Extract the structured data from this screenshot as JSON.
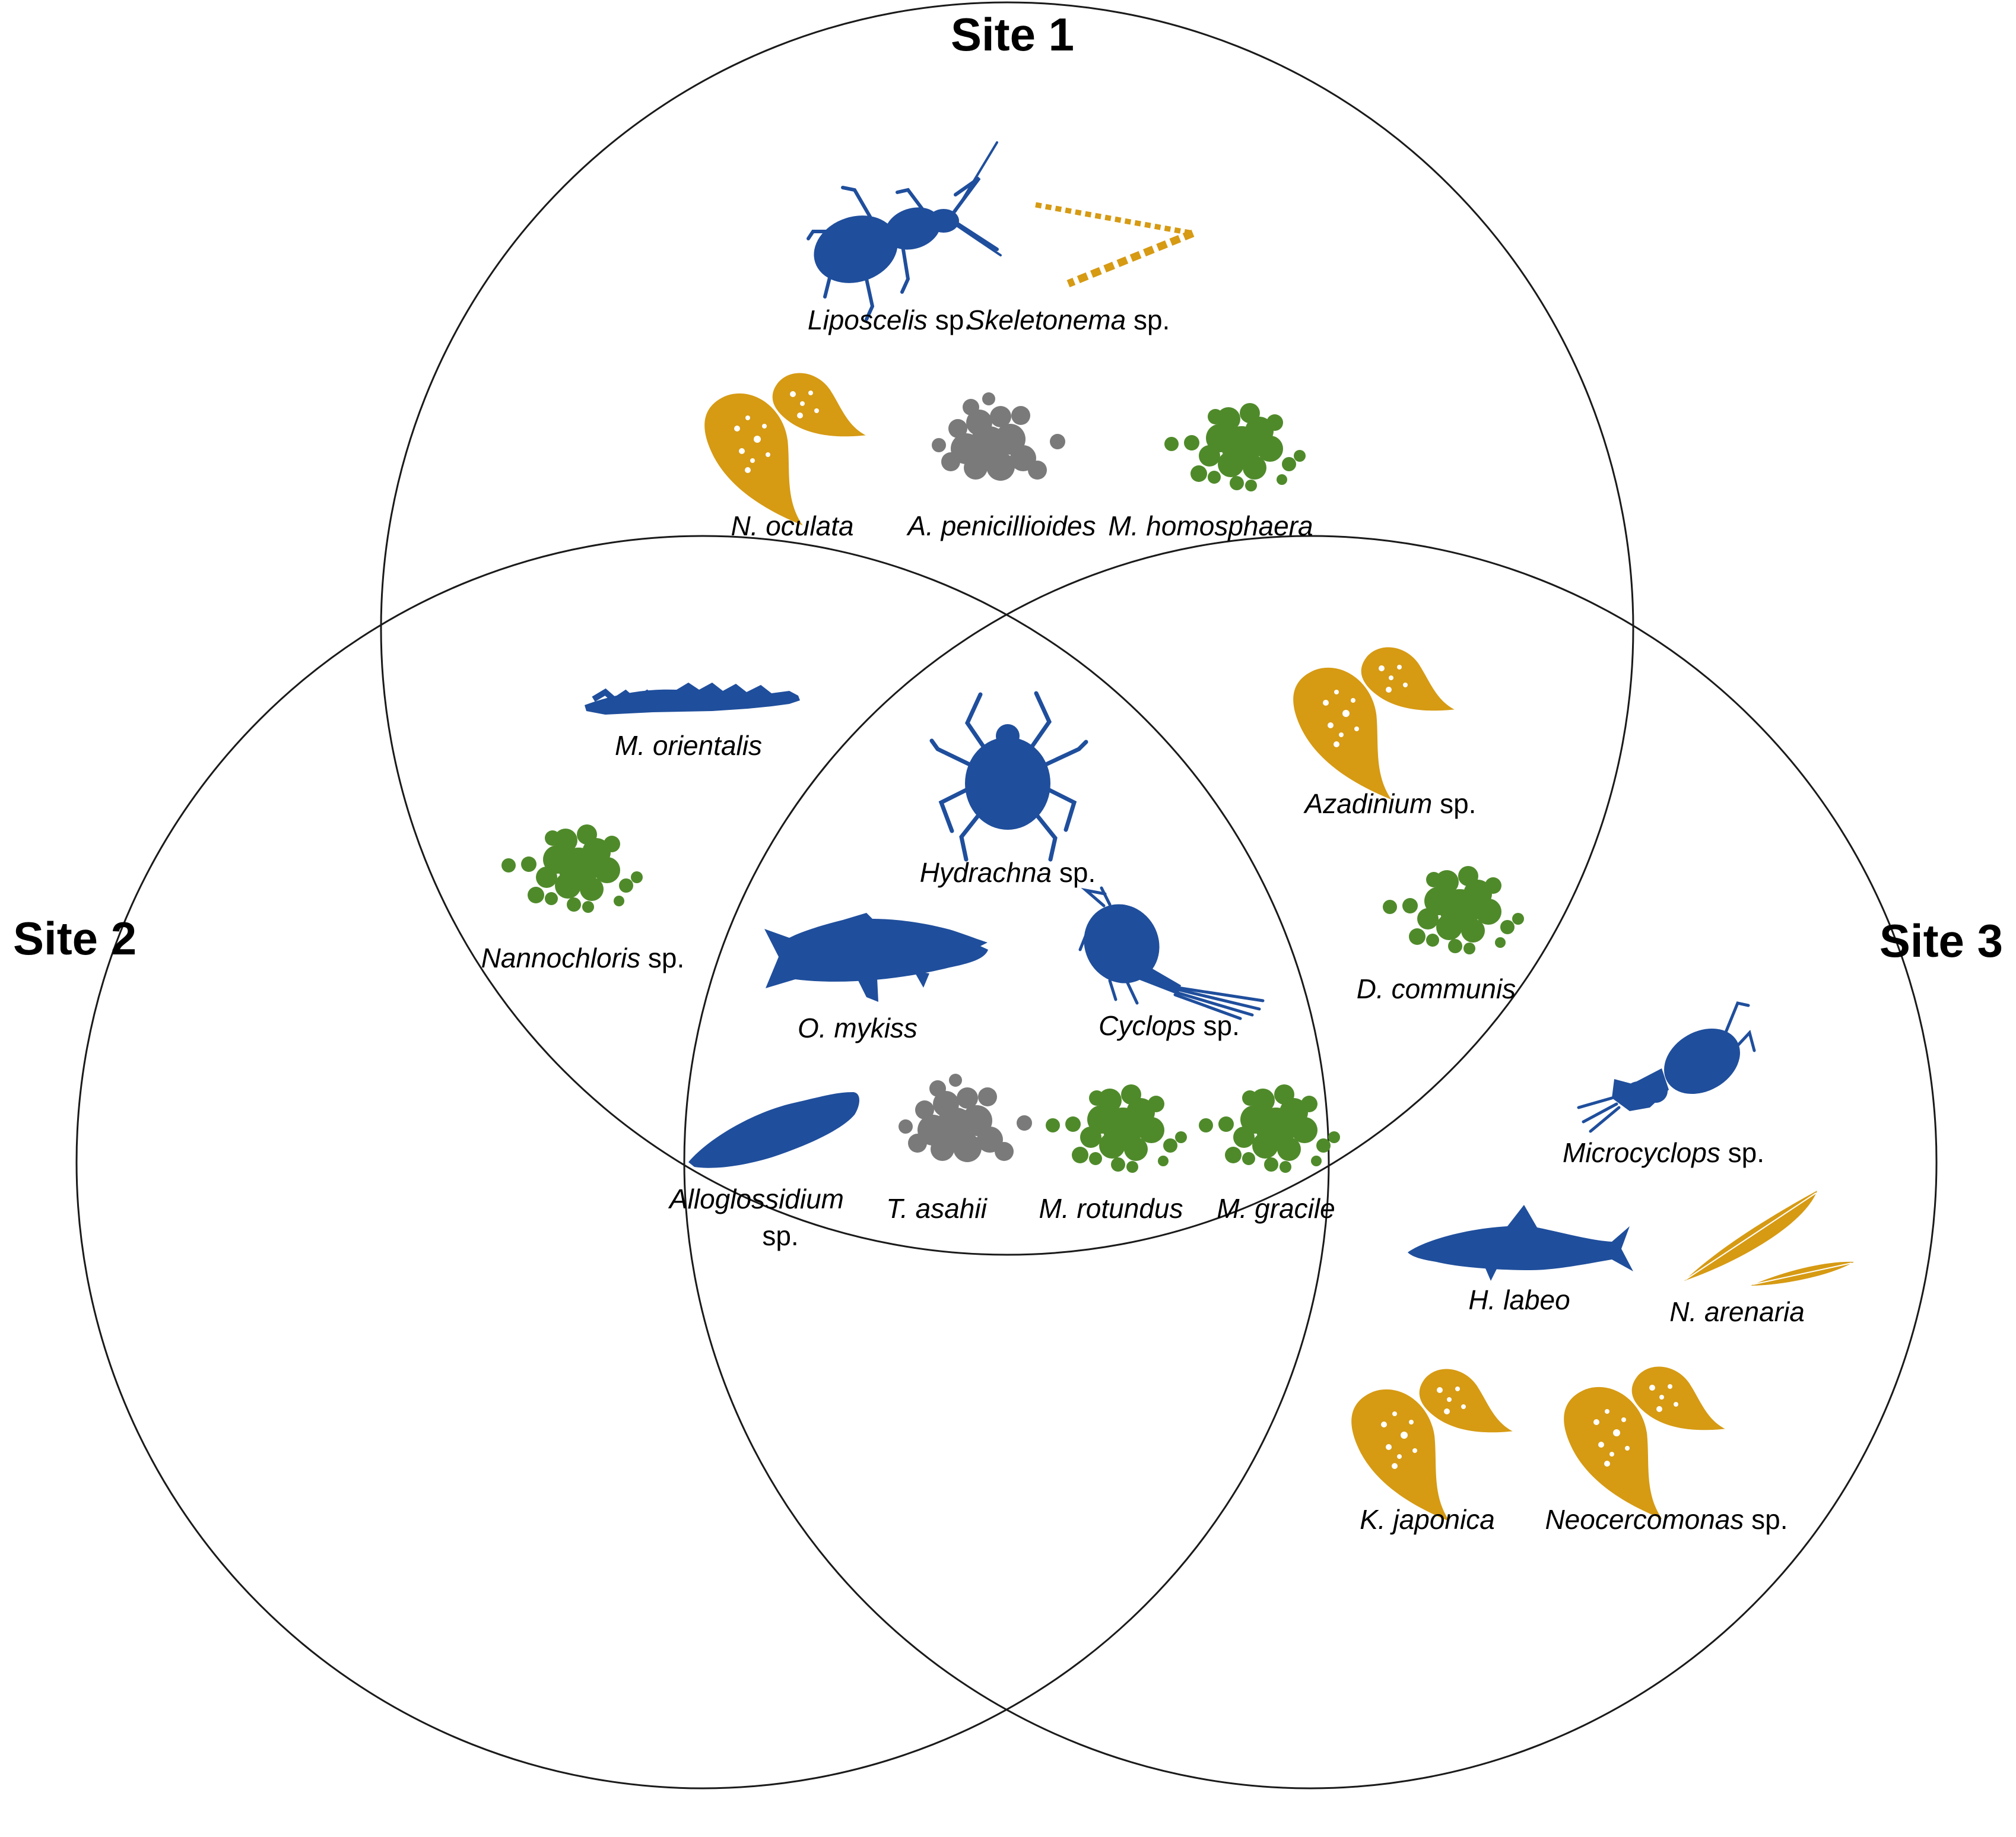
{
  "colors": {
    "animal": "#1f4e9c",
    "diatom_dinoflagellate": "#d69a13",
    "fungus": "#7a7a7a",
    "green_alga": "#4f8a2a",
    "outline": "#1a1a1a"
  },
  "sites": {
    "site1": "Site 1",
    "site2": "Site 2",
    "site3": "Site 3"
  },
  "taxa": {
    "liposcelis": {
      "italic": "Liposcelis",
      "suffix": " sp.",
      "icon": "insect-icon"
    },
    "skeletonema": {
      "italic": "Skeletonema",
      "suffix": " sp.",
      "icon": "diatom-chain-icon"
    },
    "n_oculata": {
      "italic": "N. oculata",
      "suffix": "",
      "icon": "dinoflagellate-icon"
    },
    "a_penicillioides": {
      "italic": "A. penicillioides",
      "suffix": "",
      "icon": "fungus-cluster-icon"
    },
    "m_homosphaera": {
      "italic": "M. homosphaera",
      "suffix": "",
      "icon": "algae-cluster-icon"
    },
    "m_orientalis": {
      "italic": "M. orientalis",
      "suffix": "",
      "icon": "worm-icon"
    },
    "nannochloris": {
      "italic": "Nannochloris",
      "suffix": " sp.",
      "icon": "algae-cluster-icon"
    },
    "hydrachna": {
      "italic": "Hydrachna",
      "suffix": " sp.",
      "icon": "mite-icon"
    },
    "o_mykiss": {
      "italic": "O. mykiss",
      "suffix": "",
      "icon": "trout-icon"
    },
    "cyclops": {
      "italic": "Cyclops",
      "suffix": " sp.",
      "icon": "copepod-icon"
    },
    "alloglossidium": {
      "italic": "Alloglossidium",
      "line2": "sp.",
      "icon": "flatworm-icon"
    },
    "t_asahii": {
      "italic": "T. asahii",
      "suffix": "",
      "icon": "fungus-cluster-icon"
    },
    "m_rotundus": {
      "italic": "M. rotundus",
      "suffix": "",
      "icon": "algae-cluster-icon"
    },
    "m_gracile": {
      "italic": "M. gracile",
      "suffix": "",
      "icon": "algae-cluster-icon"
    },
    "azadinium": {
      "italic": "Azadinium",
      "suffix": " sp.",
      "icon": "dinoflagellate-icon"
    },
    "d_communis": {
      "italic": "D. communis",
      "suffix": "",
      "icon": "algae-cluster-icon"
    },
    "microcyclops": {
      "italic": "Microcyclops",
      "suffix": " sp.",
      "icon": "copepod-icon"
    },
    "h_labeo": {
      "italic": "H. labeo",
      "suffix": "",
      "icon": "fish-icon"
    },
    "n_arenaria": {
      "italic": "N. arenaria",
      "suffix": "",
      "icon": "pennate-diatom-icon"
    },
    "k_japonica": {
      "italic": "K. japonica",
      "suffix": "",
      "icon": "dinoflagellate-icon"
    },
    "neocercomonas": {
      "italic": "Neocercomonas",
      "suffix": " sp.",
      "icon": "dinoflagellate-icon"
    }
  },
  "regions": {
    "site1_only": [
      "liposcelis",
      "skeletonema",
      "n_oculata",
      "a_penicillioides",
      "m_homosphaera"
    ],
    "site1_site2": [
      "m_orientalis",
      "nannochloris"
    ],
    "all_sites": [
      "hydrachna",
      "o_mykiss",
      "cyclops",
      "alloglossidium",
      "t_asahii",
      "m_rotundus",
      "m_gracile"
    ],
    "site1_site3": [
      "azadinium",
      "d_communis"
    ],
    "site3_only": [
      "microcyclops",
      "h_labeo",
      "n_arenaria",
      "k_japonica",
      "neocercomonas"
    ],
    "site2_only": [],
    "site2_site3": []
  }
}
